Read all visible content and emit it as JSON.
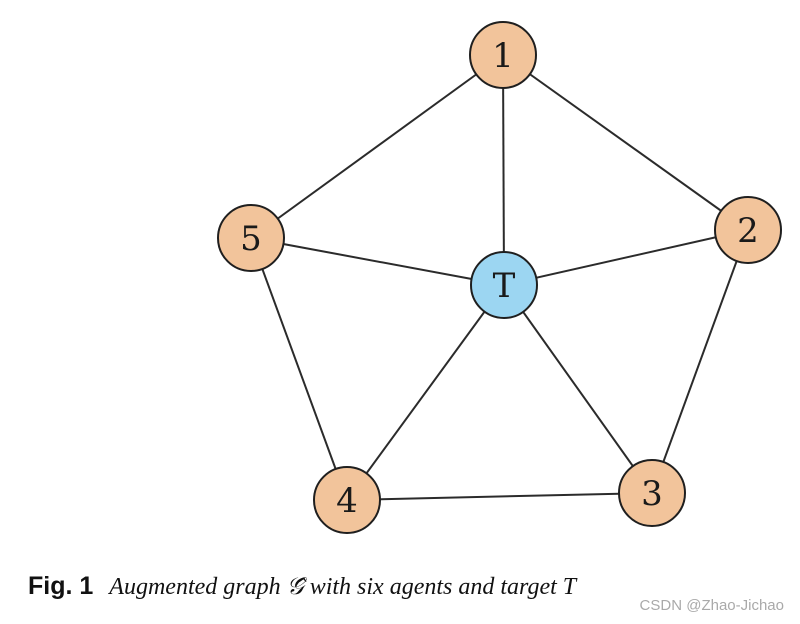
{
  "diagram": {
    "nodes": [
      {
        "id": "1",
        "label": "1",
        "kind": "agent"
      },
      {
        "id": "2",
        "label": "2",
        "kind": "agent"
      },
      {
        "id": "3",
        "label": "3",
        "kind": "agent"
      },
      {
        "id": "4",
        "label": "4",
        "kind": "agent"
      },
      {
        "id": "5",
        "label": "5",
        "kind": "agent"
      },
      {
        "id": "T",
        "label": "T",
        "kind": "target"
      }
    ],
    "edges": [
      [
        "1",
        "2"
      ],
      [
        "2",
        "3"
      ],
      [
        "3",
        "4"
      ],
      [
        "4",
        "5"
      ],
      [
        "5",
        "1"
      ],
      [
        "1",
        "T"
      ],
      [
        "2",
        "T"
      ],
      [
        "3",
        "T"
      ],
      [
        "4",
        "T"
      ],
      [
        "5",
        "T"
      ]
    ],
    "colors": {
      "agent_fill": "#F2C49B",
      "target_fill": "#9CD6F2"
    }
  },
  "caption": {
    "label": "Fig. 1",
    "text": "Augmented graph 𝒢̂ with six agents and target T"
  },
  "watermark": "CSDN @Zhao-Jichao"
}
